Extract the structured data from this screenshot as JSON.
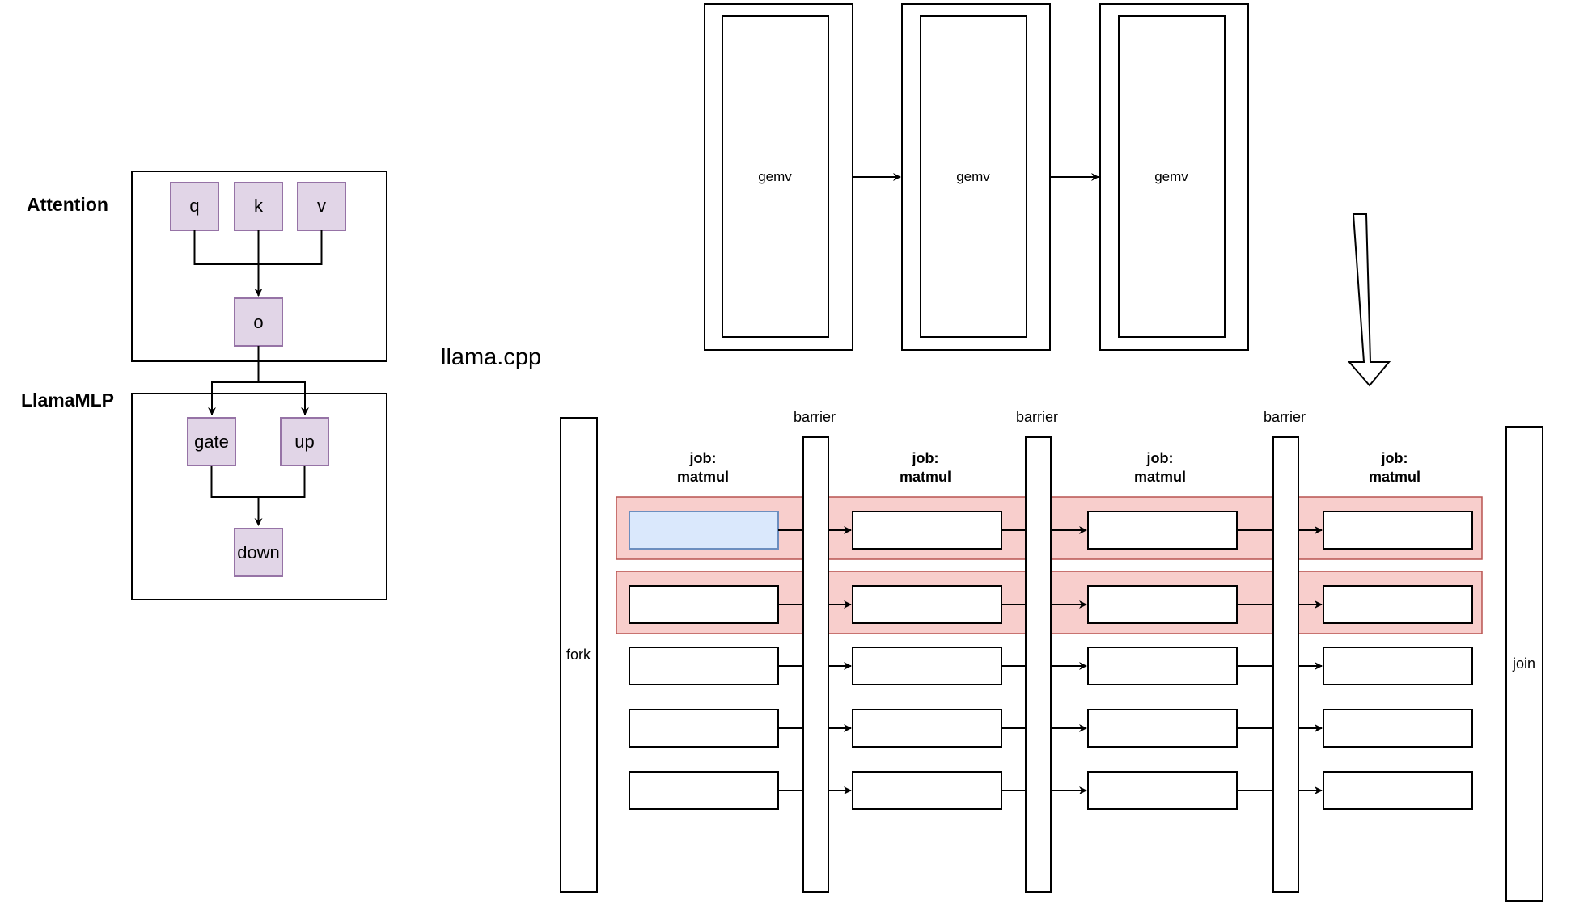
{
  "attention": {
    "label": "Attention",
    "nodes": {
      "q": "q",
      "k": "k",
      "v": "v",
      "o": "o"
    }
  },
  "mlp": {
    "label": "LlamaMLP",
    "nodes": {
      "gate": "gate",
      "up": "up",
      "down": "down"
    }
  },
  "framework_label": "llama.cpp",
  "gemv": {
    "blocks": [
      "gemv",
      "gemv",
      "gemv"
    ]
  },
  "threadpool": {
    "fork_label": "fork",
    "join_label": "join",
    "barrier_labels": [
      "barrier",
      "barrier",
      "barrier"
    ],
    "job_labels": [
      {
        "line1": "job:",
        "line2": "matmul"
      },
      {
        "line1": "job:",
        "line2": "matmul"
      },
      {
        "line1": "job:",
        "line2": "matmul"
      },
      {
        "line1": "job:",
        "line2": "matmul"
      }
    ],
    "thread_count": 5,
    "highlighted_threads": [
      0,
      1
    ],
    "active_cell": {
      "thread": 0,
      "job": 0
    }
  },
  "colors": {
    "node_fill": "#e1d5e7",
    "node_stroke": "#9673a6",
    "highlight_fill": "#f8cecc",
    "highlight_stroke": "#b85450",
    "active_fill": "#dae8fc",
    "active_stroke": "#6c8ebf",
    "line": "#000000"
  }
}
